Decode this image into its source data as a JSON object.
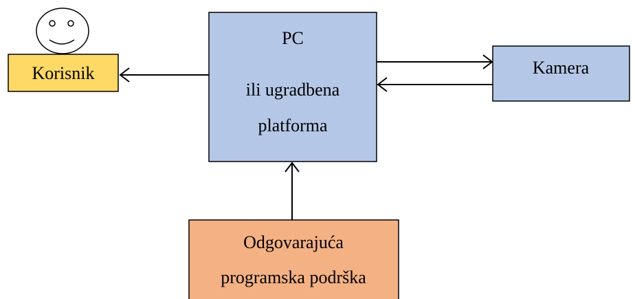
{
  "blocks": {
    "user": {
      "label": "Korisnik",
      "fill": "#FFD966"
    },
    "pc": {
      "lines": [
        "PC",
        "ili ugradbena",
        "platforma"
      ],
      "fill": "#B4C7E7"
    },
    "camera": {
      "label": "Kamera",
      "fill": "#B4C7E7"
    },
    "software": {
      "lines": [
        "Odgovarajuća",
        "programska podrška"
      ],
      "fill": "#F4B183"
    }
  },
  "icons": {
    "user_face": "smiley-face-icon"
  },
  "connections": [
    {
      "from": "pc",
      "to": "user"
    },
    {
      "from": "pc",
      "to": "camera"
    },
    {
      "from": "camera",
      "to": "pc"
    },
    {
      "from": "software",
      "to": "pc"
    }
  ],
  "colors": {
    "stroke": "#000000",
    "background": "#FFFFFF"
  }
}
